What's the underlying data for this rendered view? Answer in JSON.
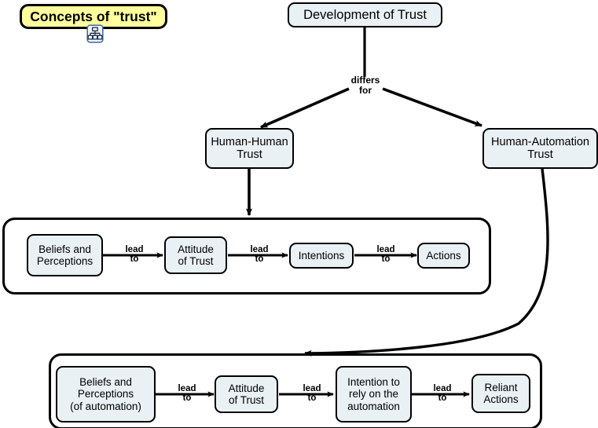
{
  "diagram": {
    "title_banner": {
      "label": "Concepts of \"trust\"",
      "icon": "concept-map-icon",
      "fill": "#ffff9e",
      "stroke": "#000000"
    },
    "root_node": {
      "label": "Development of Trust"
    },
    "branch_label": "differs\nfor",
    "branches": [
      {
        "id": "human-human",
        "label": "Human-Human\nTrust"
      },
      {
        "id": "human-automation",
        "label": "Human-Automation\nTrust"
      }
    ],
    "chains": [
      {
        "id": "human-human-chain",
        "belongs_to": "Human-Human Trust",
        "steps": [
          {
            "label": "Beliefs and\nPerceptions"
          },
          {
            "label": "Attitude\nof Trust"
          },
          {
            "label": "Intentions"
          },
          {
            "label": "Actions"
          }
        ],
        "link_labels": [
          "lead\nto",
          "lead\nto",
          "lead\nto"
        ]
      },
      {
        "id": "human-automation-chain",
        "belongs_to": "Human-Automation Trust",
        "steps": [
          {
            "label": "Beliefs and\nPerceptions\n(of automation)"
          },
          {
            "label": "Attitude\nof Trust"
          },
          {
            "label": "Intention to\nrely on the\nautomation"
          },
          {
            "label": "Reliant\nActions"
          }
        ],
        "link_labels": [
          "lead\nto",
          "lead\nto",
          "lead\nto"
        ]
      }
    ],
    "colors": {
      "node_fill": "#e9f1f4",
      "node_stroke": "#000000",
      "banner_fill": "#ffff9e",
      "edge": "#000000",
      "background": "#ffffff"
    }
  }
}
